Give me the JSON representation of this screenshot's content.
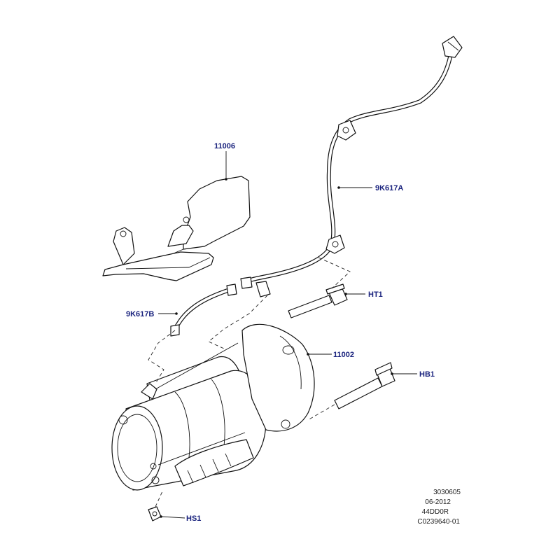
{
  "callouts": {
    "heat_shield": "11006",
    "cable_a": "9K617A",
    "cable_b": "9K617B",
    "bolt_ht1": "HT1",
    "starter": "11002",
    "bolt_hb1": "HB1",
    "screw_hs1": "HS1"
  },
  "meta": {
    "line1": "3030605",
    "line2": "06-2012",
    "line3": "44DD0R",
    "line4": "C0239640-01"
  },
  "colors": {
    "callout_text": "#1a237e",
    "line_art": "#111111",
    "background": "#ffffff"
  }
}
